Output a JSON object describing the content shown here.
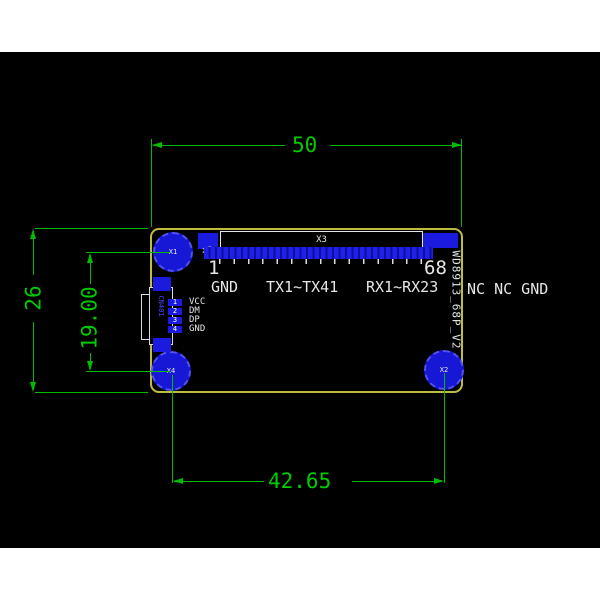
{
  "colors": {
    "page_background": "#ffffff",
    "drawing_background": "#000000",
    "dimension_green": "#00bb00",
    "board_outline_yellow": "#bdbd3f",
    "pad_blue": "#1b1be0",
    "text_white": "#e6e6e6"
  },
  "dimensions": {
    "board_width": "50",
    "board_height": "26",
    "hole_spacing_vertical": "19.00",
    "hole_spacing_horizontal": "42.65"
  },
  "board": {
    "part_number": "WD8913_68P_V2",
    "nc_note": "NC NC GND",
    "holes": {
      "x1": "X1",
      "x2": "X2",
      "x4": "X4"
    },
    "x3": {
      "name": "X3",
      "ref": "x3",
      "first_pin": "1",
      "last_pin": "68",
      "sig_gnd": "GND",
      "sig_tx": "TX1~TX41",
      "sig_rx": "RX1~RX23"
    },
    "usb": {
      "ref": "CN401",
      "pins": [
        {
          "num": "1",
          "name": "VCC"
        },
        {
          "num": "2",
          "name": "DM"
        },
        {
          "num": "3",
          "name": "DP"
        },
        {
          "num": "4",
          "name": "GND"
        }
      ]
    }
  }
}
